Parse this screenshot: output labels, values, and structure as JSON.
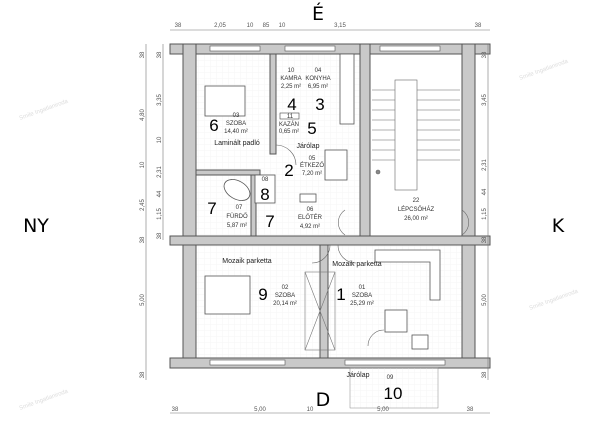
{
  "compass": {
    "north": "É",
    "south": "D",
    "west": "NY",
    "east": "K"
  },
  "rooms": [
    {
      "marker": "1",
      "code": "01",
      "name": "SZOBA",
      "area": "25,29 m²"
    },
    {
      "marker": "2",
      "code": "05",
      "name": "ÉTKEZŐ",
      "area": "7,20 m²"
    },
    {
      "marker": "3",
      "code": "04",
      "name": "KONYHA",
      "area": "6,95 m²"
    },
    {
      "marker": "4",
      "code": "10",
      "name": "KAMRA",
      "area": "2,25 m²"
    },
    {
      "marker": "5",
      "code": "11",
      "name": "KAZÁN",
      "area": "0,65 m²"
    },
    {
      "marker": "6",
      "code": "03",
      "name": "SZOBA",
      "area": "14,40 m²"
    },
    {
      "marker": "7",
      "code": "07",
      "name": "FÜRDŐ",
      "area": "5,87 m²"
    },
    {
      "marker": "7",
      "code": "06",
      "name": "ELŐTÉR",
      "area": "4,92 m²"
    },
    {
      "marker": "8",
      "code": "08",
      "name": "",
      "area": ""
    },
    {
      "marker": "9",
      "code": "02",
      "name": "SZOBA",
      "area": "20,14 m²"
    },
    {
      "marker": "10",
      "code": "09",
      "name": "",
      "area": ""
    },
    {
      "marker": "",
      "code": "22",
      "name": "LÉPCSŐHÁZ",
      "area": "26,00 m²"
    }
  ],
  "materials": {
    "laminate": "Laminált padló",
    "tile_top": "Járólap",
    "mosaic_left": "Mozaik parketta",
    "mosaic_right": "Mozaik parketta",
    "tile_bottom": "Járólap"
  },
  "dimensions": {
    "top": [
      "38",
      "2,05",
      "10",
      "85",
      "10",
      "3,15",
      "38"
    ],
    "bottom": [
      "38",
      "5,00",
      "10",
      "5,00",
      "38"
    ],
    "left_outer": [
      "38",
      "4,80",
      "10",
      "2,45",
      "38",
      "5,00",
      "38"
    ],
    "left_inner": [
      "38",
      "3,35",
      "10",
      "2,31",
      "44",
      "1,15",
      "38"
    ],
    "right": [
      "38",
      "3,45",
      "2,31",
      "44",
      "1,15",
      "38",
      "5,00",
      "38"
    ]
  },
  "watermark": "Smile Ingatlaniroda"
}
